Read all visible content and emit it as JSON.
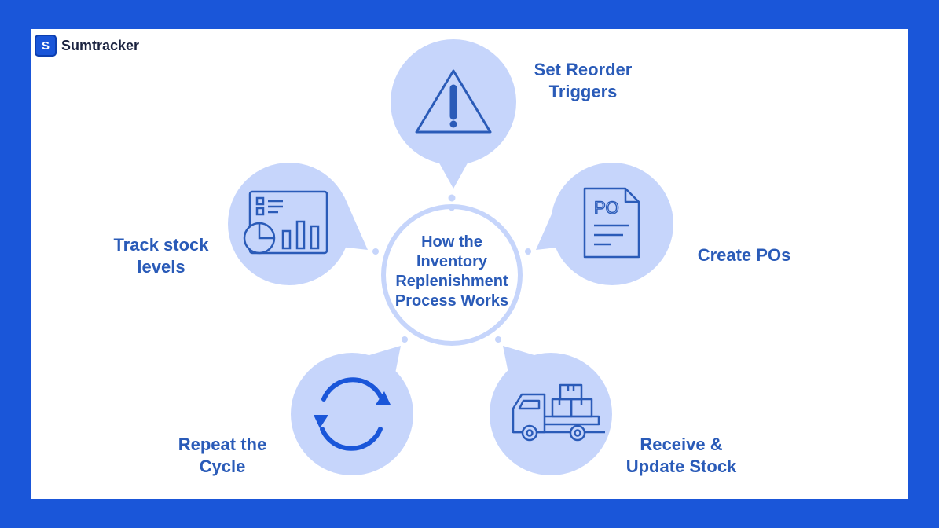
{
  "brand": {
    "name": "Sumtracker",
    "logo_letter": "S"
  },
  "center": {
    "lines": [
      "How the",
      "Inventory",
      "Replenishment",
      "Process Works"
    ]
  },
  "steps": [
    {
      "id": "set-reorder-triggers",
      "lines": [
        "Set Reorder",
        "Triggers"
      ],
      "icon": "warning-icon"
    },
    {
      "id": "create-pos",
      "lines": [
        "Create POs"
      ],
      "icon": "purchase-order-document-icon",
      "icon_text": "PO"
    },
    {
      "id": "receive-update-stock",
      "lines": [
        "Receive &",
        "Update Stock"
      ],
      "icon": "delivery-truck-icon"
    },
    {
      "id": "repeat-cycle",
      "lines": [
        "Repeat the",
        "Cycle"
      ],
      "icon": "refresh-cycle-icon"
    },
    {
      "id": "track-stock-levels",
      "lines": [
        "Track stock",
        "levels"
      ],
      "icon": "dashboard-report-icon"
    }
  ],
  "colors": {
    "frame": "#1a56d9",
    "bubble": "#c6d5fb",
    "icon_stroke": "#2a5bb8",
    "label": "#2a5bb8"
  }
}
